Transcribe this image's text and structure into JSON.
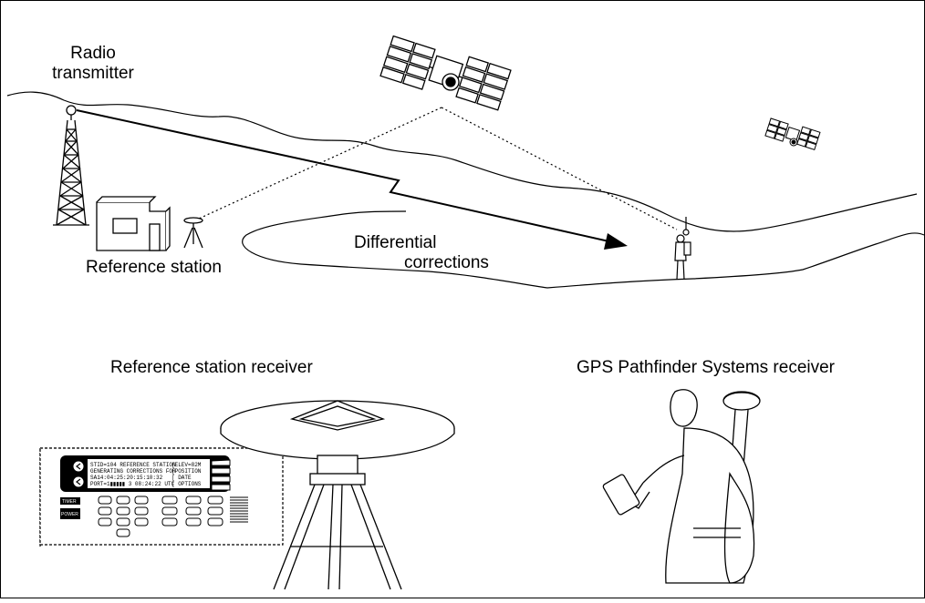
{
  "labels": {
    "radio_transmitter": "Radio\ntransmitter",
    "reference_station": "Reference station",
    "differential_corrections": "Differential\ncorrections",
    "reference_station_receiver": "Reference station receiver",
    "gps_pathfinder_receiver": "GPS Pathfinder Systems receiver"
  },
  "receiver_panel": {
    "lcd_line1": "STID=104 REFERENCE STATION",
    "lcd_line2": "GENERATING CORRECTIONS FOR",
    "lcd_line3": " SA14:04:25:20:15:10:32",
    "lcd_line4": "PORT=1▮▮▮▮▮ 3 08:24:22 UTC",
    "lcd_right1": "[ELEV=82M",
    "lcd_right2": "[POSITION",
    "lcd_right3": "[ DATE",
    "lcd_right4": "[ OPTIONS",
    "timer_label": "TIMER",
    "power_label": "POWER"
  }
}
